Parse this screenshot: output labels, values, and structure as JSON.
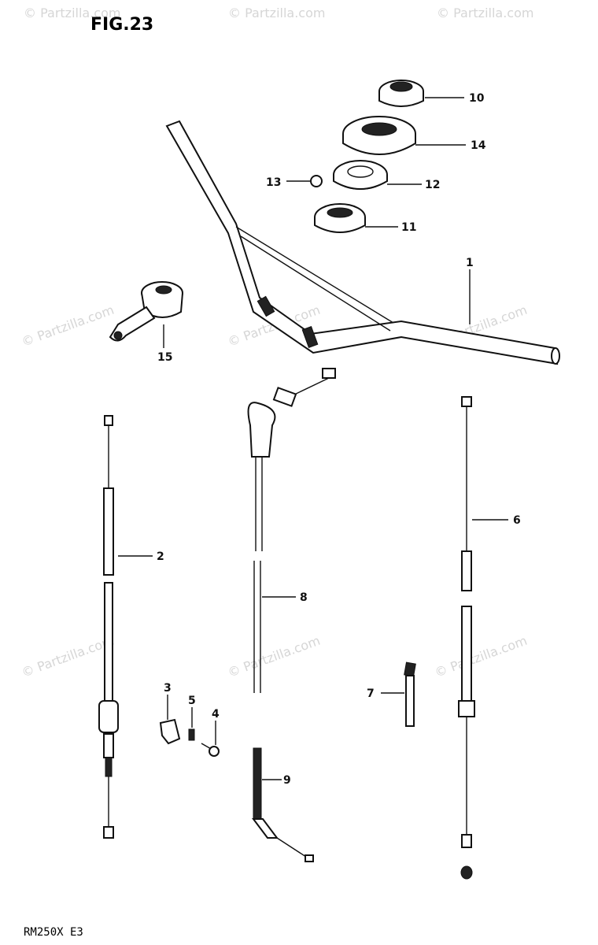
{
  "figure_label": "FIG.23",
  "model_code": "RM250X E3",
  "watermark_text": "© Partzilla.com",
  "watermarks": [
    "wm1",
    "wm2",
    "wm3",
    "wm4",
    "wm5",
    "wm6",
    "wm7",
    "wm8",
    "wm9"
  ],
  "callouts": [
    "1",
    "2",
    "3",
    "4",
    "5",
    "6",
    "7",
    "8",
    "9",
    "10",
    "11",
    "12",
    "13",
    "14",
    "15"
  ],
  "colors": {
    "ink": "#111111",
    "watermark": "#d6d6d6",
    "background": "#ffffff"
  }
}
